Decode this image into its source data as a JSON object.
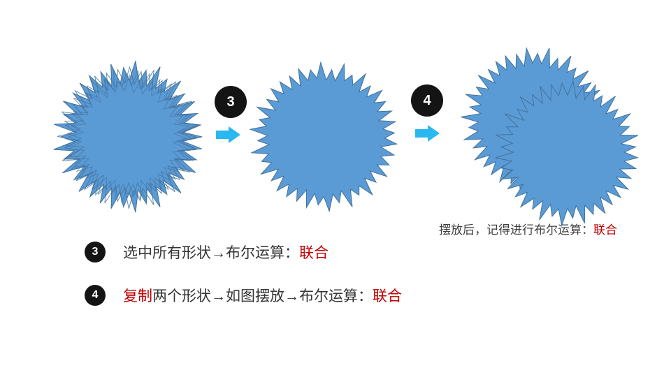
{
  "colors": {
    "shape_fill": "#5B9BD5",
    "shape_stroke": "#41719C",
    "arrow": "#29B8F0",
    "badge_bg": "#141414",
    "badge_text": "#ffffff",
    "text": "#404040",
    "accent_red": "#C00000"
  },
  "badges": {
    "step3": "3",
    "step4": "4"
  },
  "caption": {
    "prefix": "摆放后，记得进行布尔运算：",
    "highlight": "联合"
  },
  "steps": {
    "step3": {
      "num": "3",
      "text": "选中所有形状→布尔运算：",
      "highlight": "联合"
    },
    "step4": {
      "num": "4",
      "lead_red": "复制",
      "text": "两个形状→如图摆放→布尔运算：",
      "highlight": "联合"
    }
  }
}
